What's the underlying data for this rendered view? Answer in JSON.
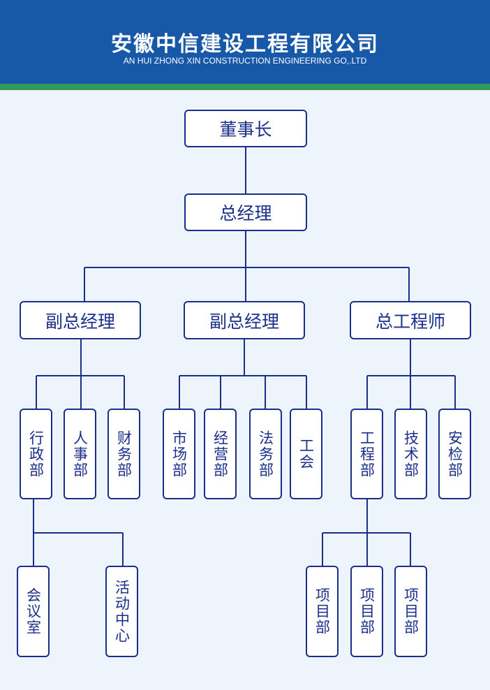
{
  "header": {
    "title": "安徽中信建设工程有限公司",
    "subtitle": "AN HUI ZHONG XIN CONSTRUCTION ENGINEERING GO,.LTD"
  },
  "colors": {
    "header_bg": "#1858a8",
    "header_stripe": "#2f9a5a",
    "node_border": "#1a2f8a",
    "page_bg": "#eef4fc"
  },
  "org": {
    "chairman": "董事长",
    "general_manager": "总经理",
    "deputy_gm_1": "副总经理",
    "deputy_gm_2": "副总经理",
    "chief_engineer": "总工程师",
    "admin_dept": "行政部",
    "hr_dept": "人事部",
    "finance_dept": "财务部",
    "market_dept": "市场部",
    "operations_dept": "经营部",
    "legal_dept": "法务部",
    "union": "工会",
    "engineering_dept": "工程部",
    "tech_dept": "技术部",
    "safety_dept": "安检部",
    "meeting_room": "会议室",
    "activity_center": "活动中心",
    "project_dept_1": "项目部",
    "project_dept_2": "项目部",
    "project_dept_3": "项目部"
  }
}
